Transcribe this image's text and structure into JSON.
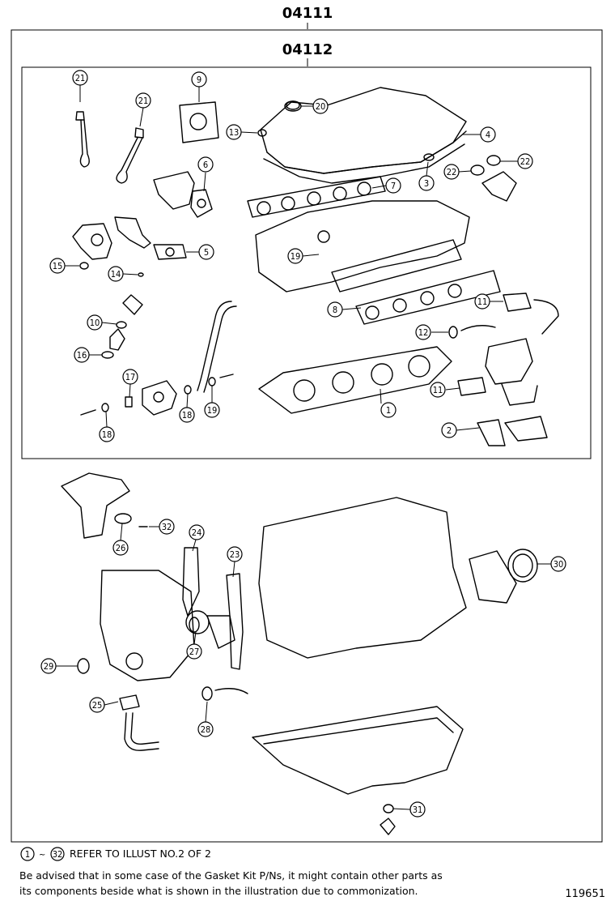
{
  "assembly": {
    "outer_kit_code": "04111",
    "inner_kit_code": "04112"
  },
  "callouts": [
    "1",
    "2",
    "3",
    "4",
    "5",
    "6",
    "7",
    "8",
    "9",
    "10",
    "11",
    "12",
    "13",
    "14",
    "15",
    "16",
    "17",
    "18",
    "19",
    "20",
    "21",
    "22",
    "23",
    "24",
    "25",
    "26",
    "27",
    "28",
    "29",
    "30",
    "31",
    "32"
  ],
  "footer": {
    "refer_start": "1",
    "refer_tilde": "~",
    "refer_end": "32",
    "refer_text": "REFER TO ILLUST NO.2 OF 2",
    "advisory_line1": "Be advised that in some case of the Gasket Kit P/Ns,  it might contain other parts as",
    "advisory_line2": "its components beside what is shown in the illustration due to commonization.",
    "illustration_number": "119651"
  }
}
